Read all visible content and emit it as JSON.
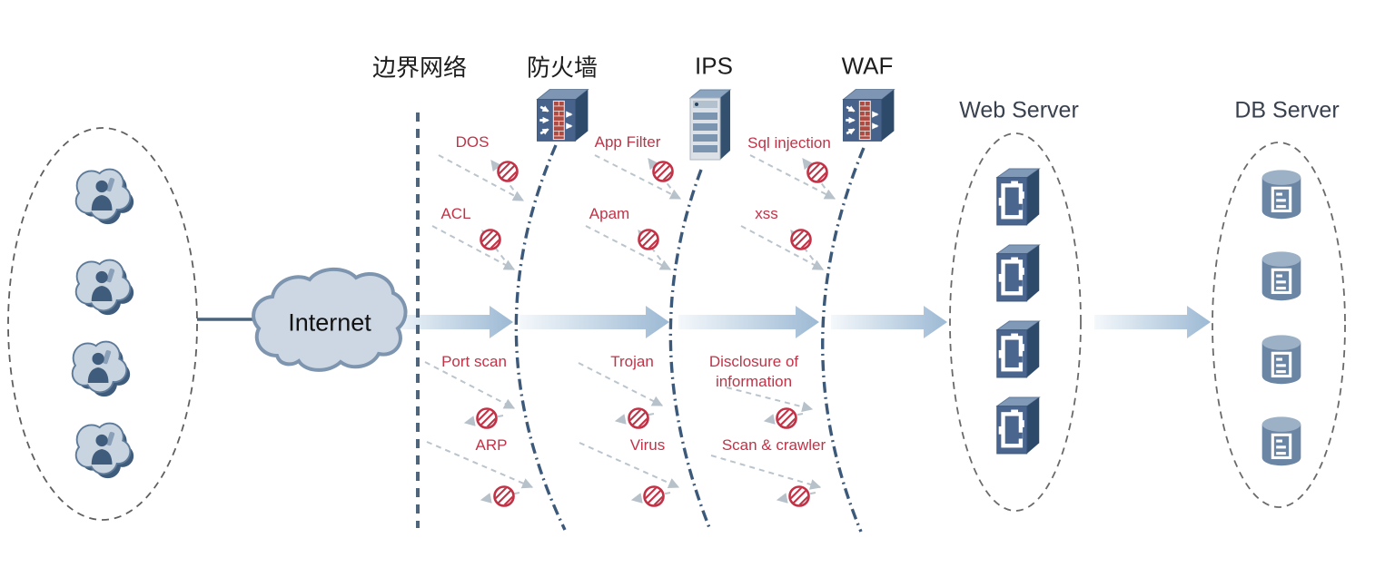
{
  "nodes": {
    "border_network": "边界网络",
    "firewall": "防火墙",
    "ips": "IPS",
    "waf": "WAF",
    "internet": "Internet",
    "web_server": "Web Server",
    "db_server": "DB Server"
  },
  "zones": [
    {
      "name": "border-to-firewall",
      "attacks": [
        "DOS",
        "ACL",
        "Port scan",
        "ARP"
      ]
    },
    {
      "name": "firewall-to-ips",
      "attacks": [
        "App Filter",
        "Apam",
        "Trojan",
        "Virus"
      ]
    },
    {
      "name": "ips-to-waf",
      "attacks": [
        "Sql injection",
        "xss",
        "Disclosure of information",
        "Scan & crawler"
      ]
    }
  ],
  "counts": {
    "attacker_users": 4,
    "web_servers": 4,
    "db_servers": 4
  },
  "icons": {
    "user_cloud": "user-cloud-icon",
    "internet_cloud": "internet-cloud-icon",
    "firewall": "firewall-brick-icon",
    "ips": "ips-tower-icon",
    "waf": "waf-brick-icon",
    "web_server": "web-server-slab-icon",
    "db_server": "database-cylinder-icon",
    "blocked": "blocked-sign-icon",
    "flow": "flow-arrow-icon"
  },
  "colors": {
    "attack_text": "#c23247",
    "blocked_sign": "#c23246",
    "flow_arrow": "#9cb9d4",
    "defense_arc": "#3c597a",
    "boundary_line": "#4f657c",
    "device_blue": "#47628b",
    "cloud_fill": "#cdd7e3"
  }
}
